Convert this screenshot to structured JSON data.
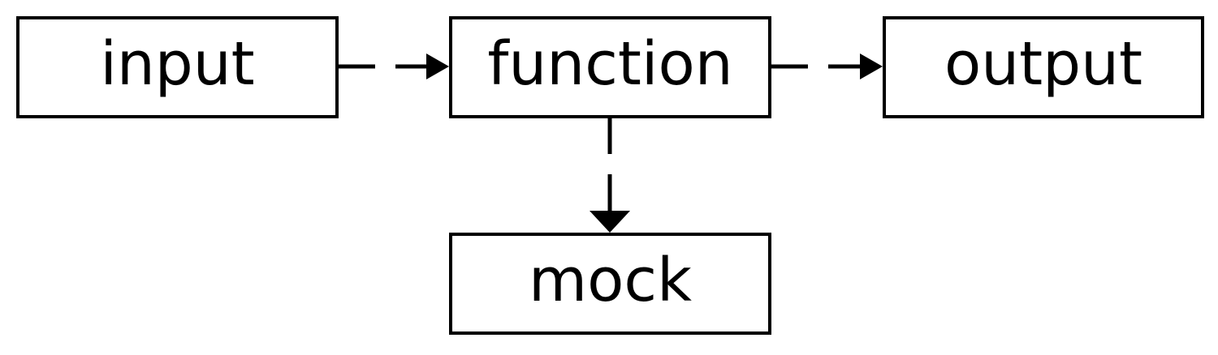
{
  "diagram": {
    "nodes": {
      "input": "input",
      "function": "function",
      "output": "output",
      "mock": "mock"
    },
    "edges": [
      {
        "from": "input",
        "to": "function",
        "style": "dashed",
        "arrow": "filled-triangle"
      },
      {
        "from": "function",
        "to": "output",
        "style": "dashed",
        "arrow": "filled-triangle"
      },
      {
        "from": "function",
        "to": "mock",
        "style": "dashed",
        "arrow": "filled-triangle"
      }
    ],
    "colors": {
      "stroke": "#000000",
      "background": "#ffffff"
    }
  }
}
